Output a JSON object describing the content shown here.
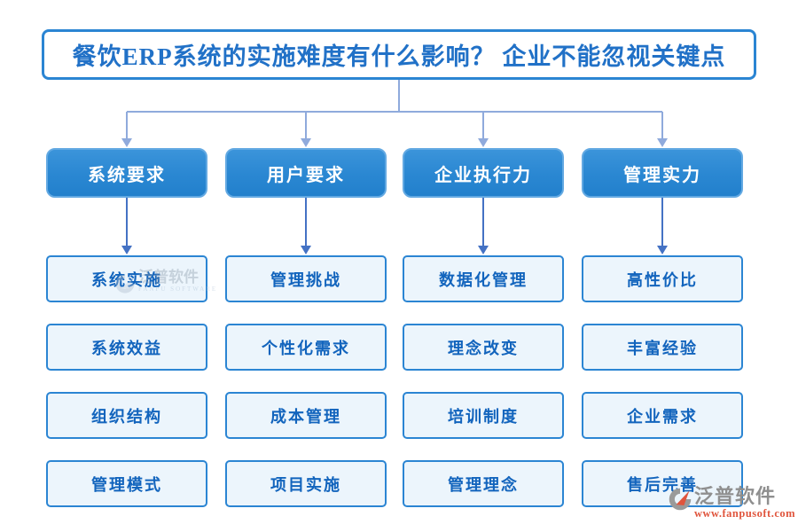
{
  "title": {
    "text": "餐饮ERP系统的实施难度有什么影响？ 企业不能忽视关键点"
  },
  "columns": [
    {
      "header": "系统要求",
      "items": [
        "系统实施",
        "系统效益",
        "组织结构",
        "管理模式"
      ]
    },
    {
      "header": "用户要求",
      "items": [
        "管理挑战",
        "个性化需求",
        "成本管理",
        "项目实施"
      ]
    },
    {
      "header": "企业执行力",
      "items": [
        "数据化管理",
        "理念改变",
        "培训制度",
        "管理理念"
      ]
    },
    {
      "header": "管理实力",
      "items": [
        "高性价比",
        "丰富经验",
        "企业需求",
        "售后完善"
      ]
    }
  ],
  "watermark_inline": {
    "brand": "泛普软件",
    "brand_en": "FANPU SOFTWARE"
  },
  "watermark_corner": {
    "brand": "泛普软件",
    "url": "www.fanpusoft.com"
  },
  "colors": {
    "primary_blue": "#2B85D3",
    "header_fill": "#2E86D1",
    "item_fill": "#ECF5FC",
    "item_text": "#1264BD",
    "connector_light": "#8FAADC",
    "connector_dark": "#4472C4",
    "watermark_gray": "#8F8F8F",
    "watermark_red": "#E0553D"
  }
}
